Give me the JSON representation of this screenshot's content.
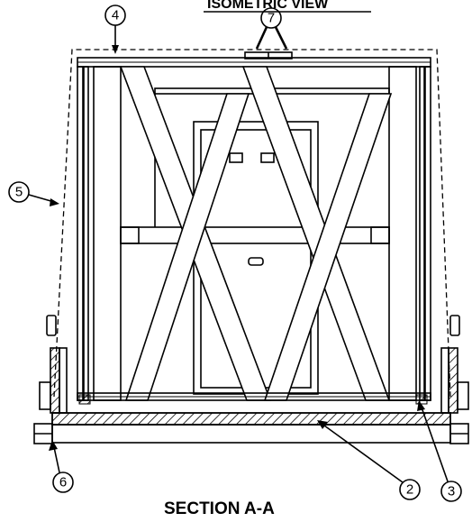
{
  "header_partial": "ISOMETRIC  VIEW",
  "section_label": "SECTION  A-A",
  "callouts": [
    {
      "id": "callout-4",
      "label": "4"
    },
    {
      "id": "callout-7",
      "label": "7"
    },
    {
      "id": "callout-5",
      "label": "5"
    },
    {
      "id": "callout-6",
      "label": "6"
    },
    {
      "id": "callout-2",
      "label": "2"
    },
    {
      "id": "callout-3",
      "label": "3"
    }
  ],
  "colors": {
    "ink": "#000000",
    "paper": "#ffffff"
  }
}
